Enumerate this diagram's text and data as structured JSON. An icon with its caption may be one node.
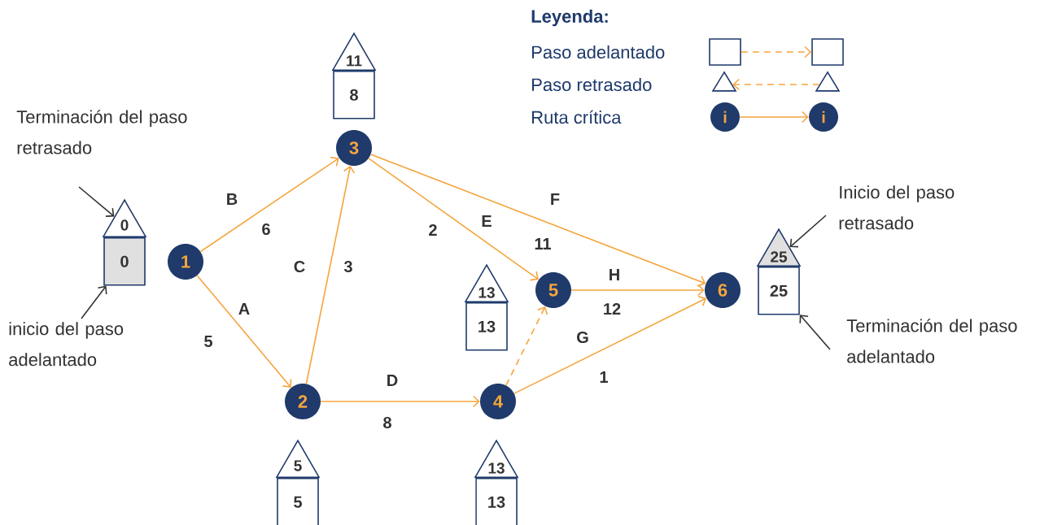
{
  "diagram": {
    "nodes": [
      {
        "text": [
          "1"
        ]
      },
      {
        "text": [
          "2"
        ]
      },
      {
        "text": [
          "3"
        ]
      },
      {
        "text": [
          "4"
        ]
      },
      {
        "text": [
          "5"
        ]
      },
      {
        "text": [
          "6"
        ]
      },
      {
        "text": [
          "0"
        ]
      },
      {
        "text": [
          "0"
        ]
      },
      {
        "text": [
          "5"
        ]
      },
      {
        "text": [
          "5"
        ]
      },
      {
        "text": [
          "11"
        ]
      },
      {
        "text": [
          "8"
        ]
      },
      {
        "text": [
          "13"
        ]
      },
      {
        "text": [
          "13"
        ]
      },
      {
        "text": [
          "13"
        ]
      },
      {
        "text": [
          "13"
        ]
      },
      {
        "text": [
          "25"
        ]
      },
      {
        "text": [
          "25"
        ]
      },
      {
        "text": [
          "Terminación del paso retrasado"
        ]
      },
      {
        "text": [
          "inicio del paso adelantado"
        ]
      },
      {
        "text": [
          "Inicio del paso retrasado"
        ]
      },
      {
        "text": [
          "Terminación del paso adelantado"
        ]
      },
      {
        "text": [],
        "shape": "box"
      },
      {
        "text": [],
        "shape": "box"
      },
      {
        "text": [],
        "shape": "triangle"
      },
      {
        "text": [],
        "shape": "triangle"
      },
      {
        "text": [
          "i"
        ]
      },
      {
        "text": [
          "i"
        ]
      }
    ],
    "edges": [
      {
        "from": 0,
        "to": 2,
        "arrow": "to",
        "label": "B"
      },
      {
        "from": 0,
        "to": 1,
        "arrow": "to",
        "label": "A"
      },
      {
        "from": 1,
        "to": 2,
        "arrow": "to",
        "label": "C"
      },
      {
        "from": 1,
        "to": 3,
        "arrow": "to",
        "label": "D"
      },
      {
        "from": 2,
        "to": 4,
        "arrow": "to",
        "label": "E"
      },
      {
        "from": 2,
        "to": 5,
        "arrow": "to",
        "label": "F"
      },
      {
        "from": 3,
        "to": 4,
        "arrow": "to",
        "style": "dashed"
      },
      {
        "from": 4,
        "to": 5,
        "arrow": "to",
        "label": "H"
      },
      {
        "from": 3,
        "to": 5,
        "arrow": "to",
        "label": "G"
      },
      {
        "from": 18,
        "to": 6,
        "arrow": "to",
        "color": "#333333"
      },
      {
        "from": 19,
        "to": 7,
        "arrow": "to",
        "color": "#333333"
      },
      {
        "from": 20,
        "to": 16,
        "arrow": "to",
        "color": "#333333"
      },
      {
        "from": 21,
        "to": 17,
        "arrow": "to",
        "color": "#333333"
      },
      {
        "from": 22,
        "to": 23,
        "arrow": "to",
        "style": "dashed"
      },
      {
        "from": 25,
        "to": 24,
        "arrow": "to",
        "style": "dashed"
      },
      {
        "from": 26,
        "to": 27,
        "arrow": "to"
      }
    ],
    "labels": [
      "Leyenda:",
      "6",
      "2",
      "11",
      "3",
      "12",
      "5",
      "1",
      "8"
    ],
    "legend": [
      {
        "text": "Paso adelantado"
      },
      {
        "text": "Paso retrasado"
      },
      {
        "text": "Ruta crítica"
      }
    ]
  }
}
